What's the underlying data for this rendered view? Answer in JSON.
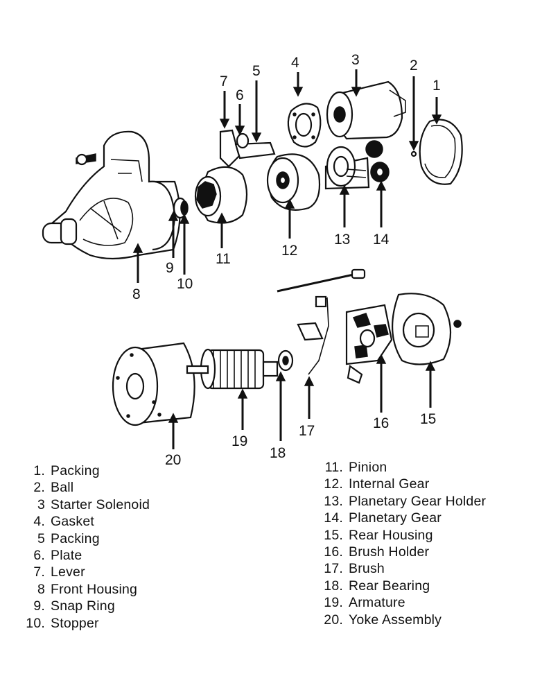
{
  "callouts": [
    "1",
    "2",
    "3",
    "4",
    "5",
    "6",
    "7",
    "8",
    "9",
    "10",
    "11",
    "12",
    "13",
    "14",
    "15",
    "16",
    "17",
    "18",
    "19",
    "20"
  ],
  "legend_left": [
    {
      "num": "1.",
      "label": "Packing"
    },
    {
      "num": "2.",
      "label": "Ball"
    },
    {
      "num": "3",
      "label": "Starter Solenoid"
    },
    {
      "num": "4.",
      "label": "Gasket"
    },
    {
      "num": "5",
      "label": "Packing"
    },
    {
      "num": "6.",
      "label": "Plate"
    },
    {
      "num": "7.",
      "label": "Lever"
    },
    {
      "num": "8",
      "label": "Front Housing"
    },
    {
      "num": "9.",
      "label": "Snap Ring"
    },
    {
      "num": "10.",
      "label": "Stopper"
    }
  ],
  "legend_right": [
    {
      "num": "11.",
      "label": "Pinion"
    },
    {
      "num": "12.",
      "label": "Internal Gear"
    },
    {
      "num": "13.",
      "label": "Planetary Gear Holder"
    },
    {
      "num": "14.",
      "label": "Planetary Gear"
    },
    {
      "num": "15.",
      "label": "Rear Housing"
    },
    {
      "num": "16.",
      "label": "Brush Holder"
    },
    {
      "num": "17.",
      "label": "Brush"
    },
    {
      "num": "18.",
      "label": "Rear Bearing"
    },
    {
      "num": "19.",
      "label": "Armature"
    },
    {
      "num": "20.",
      "label": "Yoke Assembly"
    }
  ]
}
